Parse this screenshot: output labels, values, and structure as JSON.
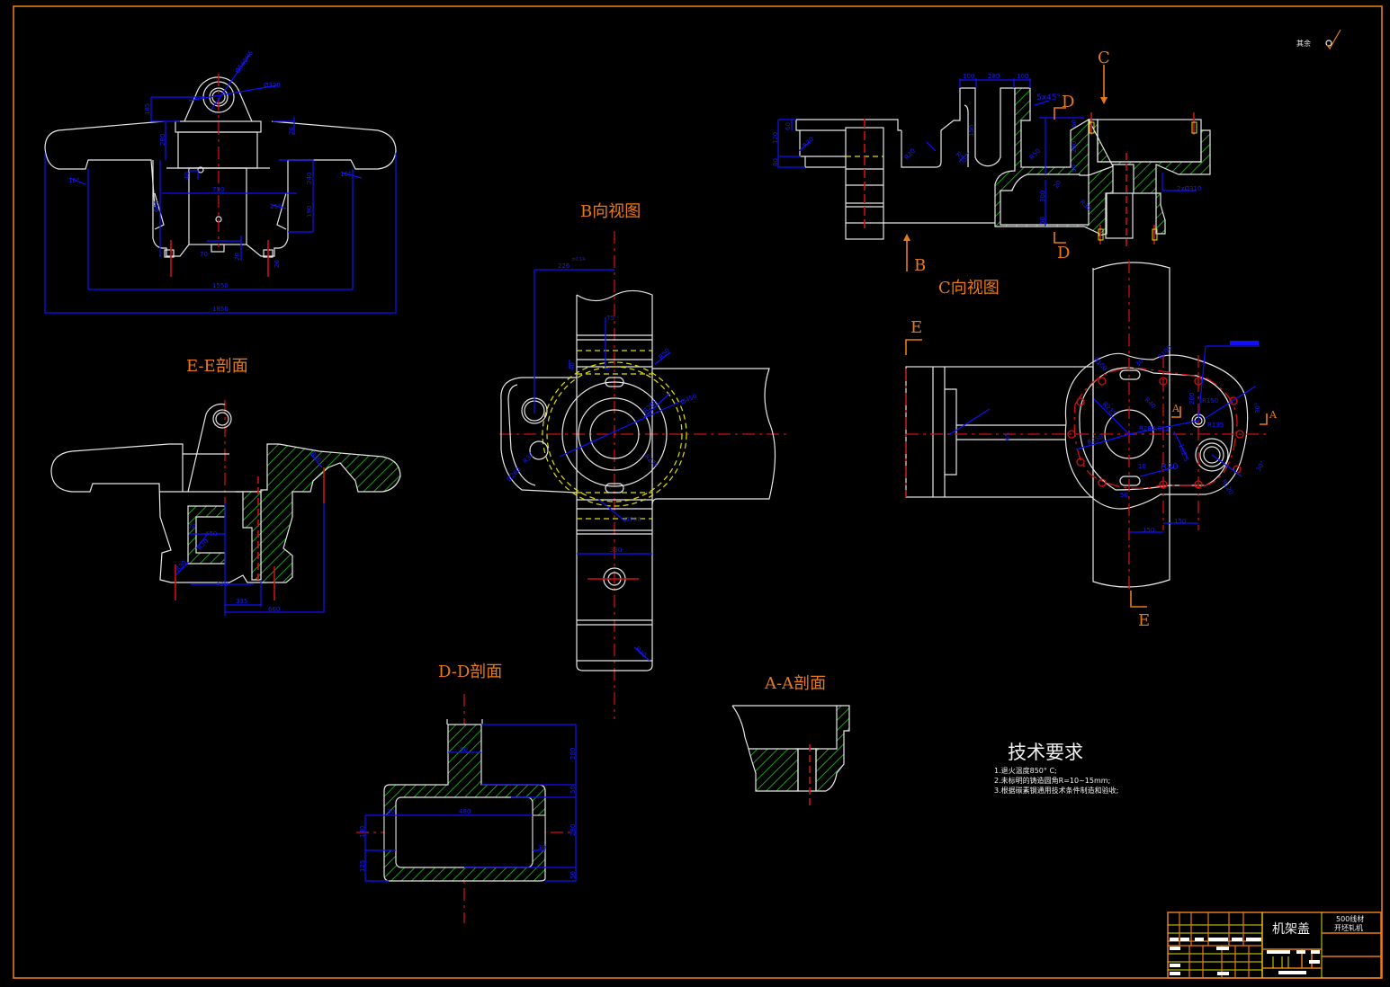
{
  "sheet": {
    "border_color": "#e87a1a",
    "background": "#000000"
  },
  "views": {
    "b_view": "B向视图",
    "c_view": "C向视图",
    "ee_section": "E-E剖面",
    "dd_section": "D-D剖面",
    "aa_section": "A-A剖面"
  },
  "section_markers": {
    "B": "B",
    "C": "C",
    "D_top": "D",
    "D_bottom": "D",
    "E_top": "E",
    "E_bottom": "E",
    "A_left": "A",
    "A_right": "A"
  },
  "roughness_note": {
    "text": "其余"
  },
  "dimensions": {
    "front": {
      "d1": "Ø560H6",
      "d2": "Ø320",
      "h185": "185",
      "h20a": "20",
      "h280": "280",
      "h240": "240",
      "w750": "750",
      "h600": "600",
      "h190": "190",
      "a16l": "16°",
      "a16r": "16°",
      "a25": "25°",
      "w70": "70",
      "h20b": "20",
      "h20c": "20",
      "h40": "40",
      "w1550": "1550",
      "w1850": "1850"
    },
    "top": {
      "w100a": "100",
      "w280": "280",
      "w100b": "100",
      "chamfer": "5x45°",
      "h120": "120",
      "h60": "60",
      "h80": "80",
      "r30": "R30",
      "r20a": "R20",
      "r50": "R50",
      "r50b": "R50",
      "w150": "150",
      "h60b": "60",
      "h280b": "280",
      "h50": "50",
      "h300": "300",
      "r20b": "20",
      "r30b": "R30",
      "holes": "2xØ310",
      "h50b": "50"
    },
    "b_view": {
      "w226": "226",
      "w226_tol": "±0.14",
      "w75": "75",
      "h40": "40",
      "r50": "R50",
      "r285": "R285",
      "d450": "Ø450",
      "r275": "R275",
      "d260": "Ø260",
      "r37": "R37",
      "d700": "Ø700",
      "w380": "380",
      "r30": "R30"
    },
    "c_view": {
      "r100": "R100",
      "w30": "30",
      "r100b": "R100",
      "r40": "R40",
      "r215": "R215",
      "r250": "R250",
      "r20": "R20",
      "a30a": "30°",
      "a30b": "30°",
      "d150a": "150",
      "d150b": "150",
      "r120": "R120",
      "w10": "10",
      "w50": "50",
      "h65": "65",
      "r150": "R150",
      "d200": "200",
      "r280": "R280.012",
      "r120b": "R135",
      "d162": "162.5"
    },
    "ee": {
      "w450": "450",
      "w420": "420",
      "w335": "335",
      "w660": "660",
      "r30": "R30",
      "r30b": "R30",
      "r30c": "R30",
      "w70": "70"
    },
    "dd": {
      "w50": "50",
      "h280": "280",
      "h50a": "50",
      "w480": "480",
      "w30": "30",
      "h280b": "280",
      "h140": "140",
      "h125": "125",
      "w30b": "30",
      "h50b": "50"
    }
  },
  "tech_requirements": {
    "title": "技术要求",
    "items": [
      "1.退火温度850° C;",
      "2.未标明的铸造圆角R=10~15mm;",
      "3.根据碳素钢通用技术条件制造和验收;"
    ]
  },
  "title_block": {
    "part_name": "机架盖",
    "product_line1": "500线材",
    "product_line2": "开坯轧机"
  }
}
